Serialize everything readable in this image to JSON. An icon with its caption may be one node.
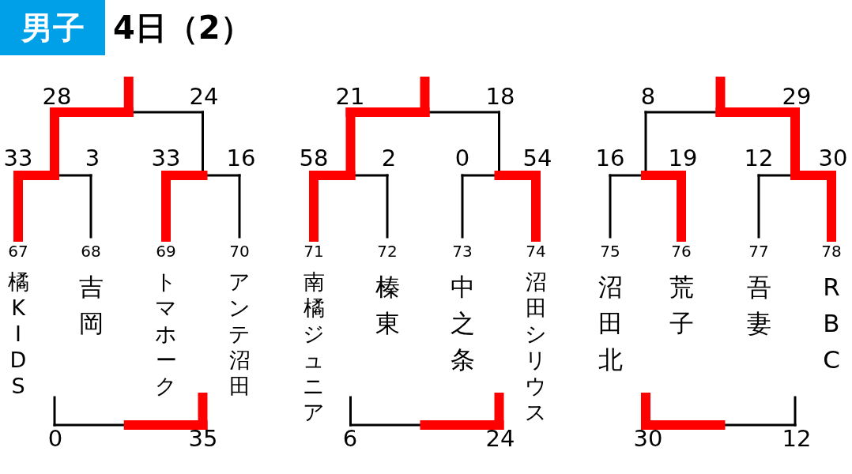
{
  "diagram": {
    "title": "4日（2）",
    "nodes": [
      {
        "text": [
          "橘KIDS"
        ],
        "beside": [
          "67"
        ]
      },
      {
        "text": [
          "吉岡"
        ],
        "beside": [
          "68"
        ]
      },
      {
        "text": [
          "トマホーク"
        ],
        "beside": [
          "69"
        ]
      },
      {
        "text": [
          "アンテ沼田"
        ],
        "beside": [
          "70"
        ]
      },
      {
        "text": [
          "南橘ジュニア"
        ],
        "beside": [
          "71"
        ]
      },
      {
        "text": [
          "榛東"
        ],
        "beside": [
          "72"
        ]
      },
      {
        "text": [
          "中之条"
        ],
        "beside": [
          "73"
        ]
      },
      {
        "text": [
          "沼田シリウス"
        ],
        "beside": [
          "74"
        ]
      },
      {
        "text": [
          "沼田北"
        ],
        "beside": [
          "75"
        ]
      },
      {
        "text": [
          "荒子"
        ],
        "beside": [
          "76"
        ]
      },
      {
        "text": [
          "吾妻"
        ],
        "beside": [
          "77"
        ]
      },
      {
        "text": [
          "RBC"
        ],
        "beside": [
          "78"
        ]
      }
    ],
    "labels": [
      "男子",
      "28",
      "24",
      "21",
      "18",
      "8",
      "29",
      "33",
      "3",
      "33",
      "16",
      "58",
      "2",
      "0",
      "54",
      "16",
      "19",
      "12",
      "30",
      "0",
      "35",
      "6",
      "24",
      "30",
      "12"
    ]
  }
}
